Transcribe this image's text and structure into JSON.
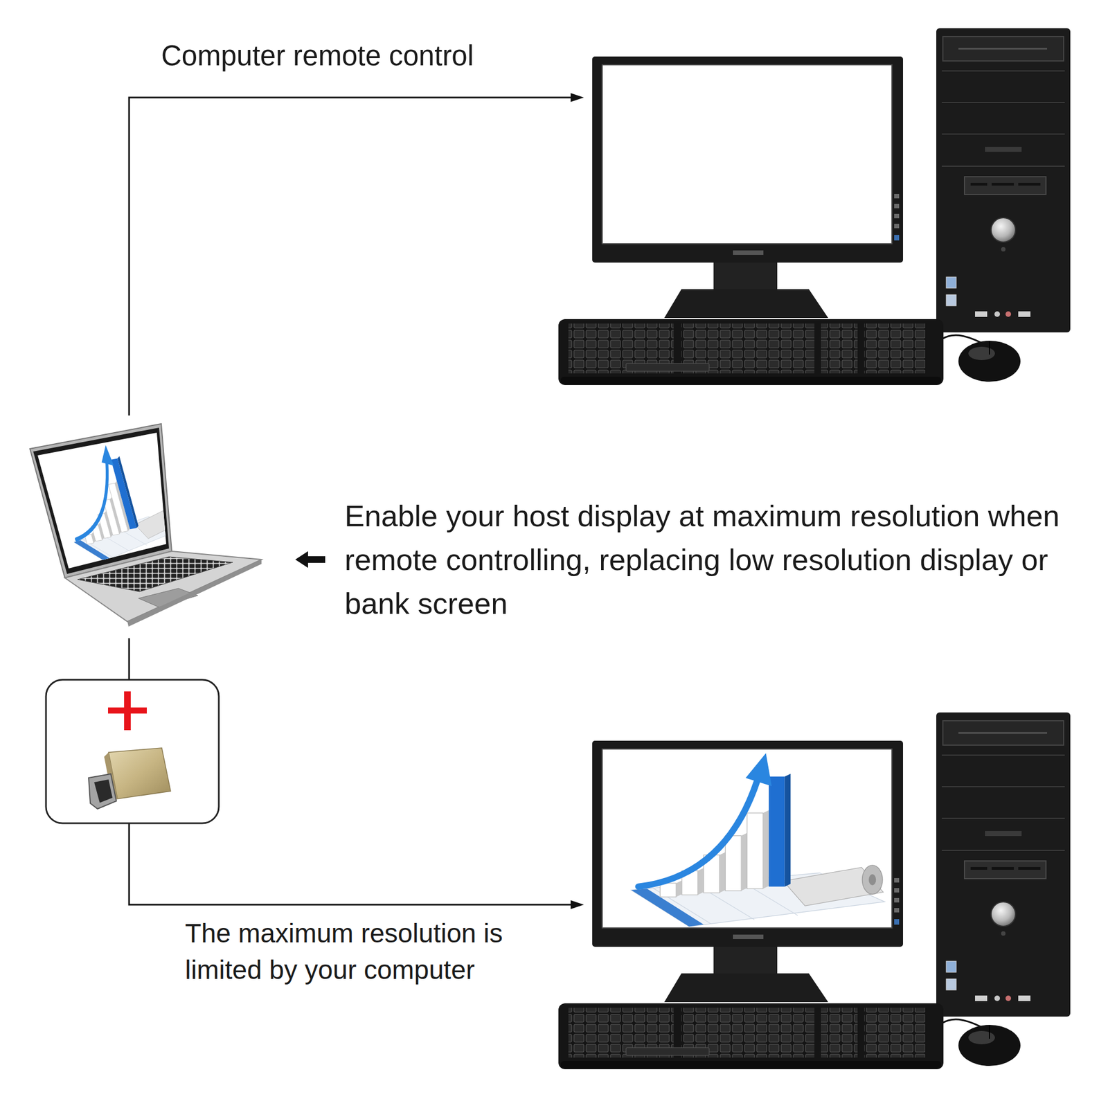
{
  "diagram": {
    "labels": [
      "Computer remote control",
      "Enable your host display at maximum resolution when remote controlling, replacing low resolution display or bank screen",
      "The maximum resolution is limited by your computer"
    ]
  }
}
